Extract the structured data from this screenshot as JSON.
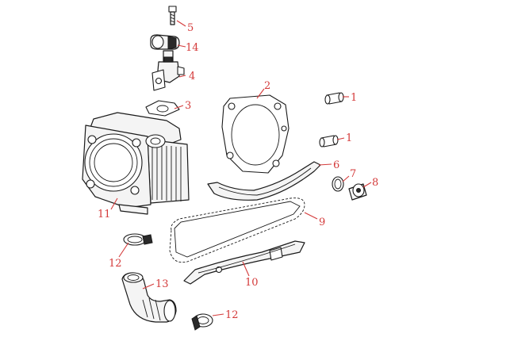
{
  "accent_color": "#d43a3a",
  "callouts": {
    "c1a": "1",
    "c1b": "1",
    "c2": "2",
    "c3": "3",
    "c4": "4",
    "c5": "5",
    "c6": "6",
    "c7": "7",
    "c8": "8",
    "c9": "9",
    "c10": "10",
    "c11": "11",
    "c12a": "12",
    "c12b": "12",
    "c13": "13",
    "c14": "14"
  }
}
